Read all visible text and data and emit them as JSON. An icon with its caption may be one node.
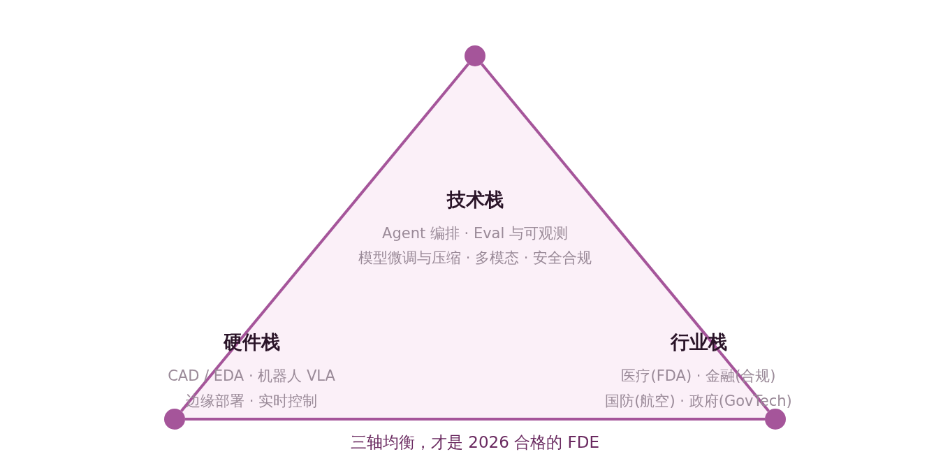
{
  "diagram": {
    "caption": "三轴均衡，才是 2026 合格的 FDE",
    "nodes": [
      {
        "text": [],
        "shape": "circle"
      },
      {
        "text": [],
        "shape": "circle"
      },
      {
        "text": [],
        "shape": "circle"
      }
    ],
    "edges": [
      {
        "from": 0,
        "to": 1,
        "arrow": "none"
      },
      {
        "from": 1,
        "to": 2,
        "arrow": "none"
      },
      {
        "from": 2,
        "to": 0,
        "arrow": "none"
      }
    ],
    "labels": [
      "技术栈",
      "Agent 编排 · Eval 与可观测",
      "模型微调与压缩 · 多模态 · 安全合规",
      "硬件栈",
      "CAD / EDA · 机器人 VLA",
      "边缘部署 · 实时控制",
      "行业栈",
      "医疗(FDA) · 金融(合规)",
      "国防(航空) · 政府(GovTech)"
    ]
  }
}
